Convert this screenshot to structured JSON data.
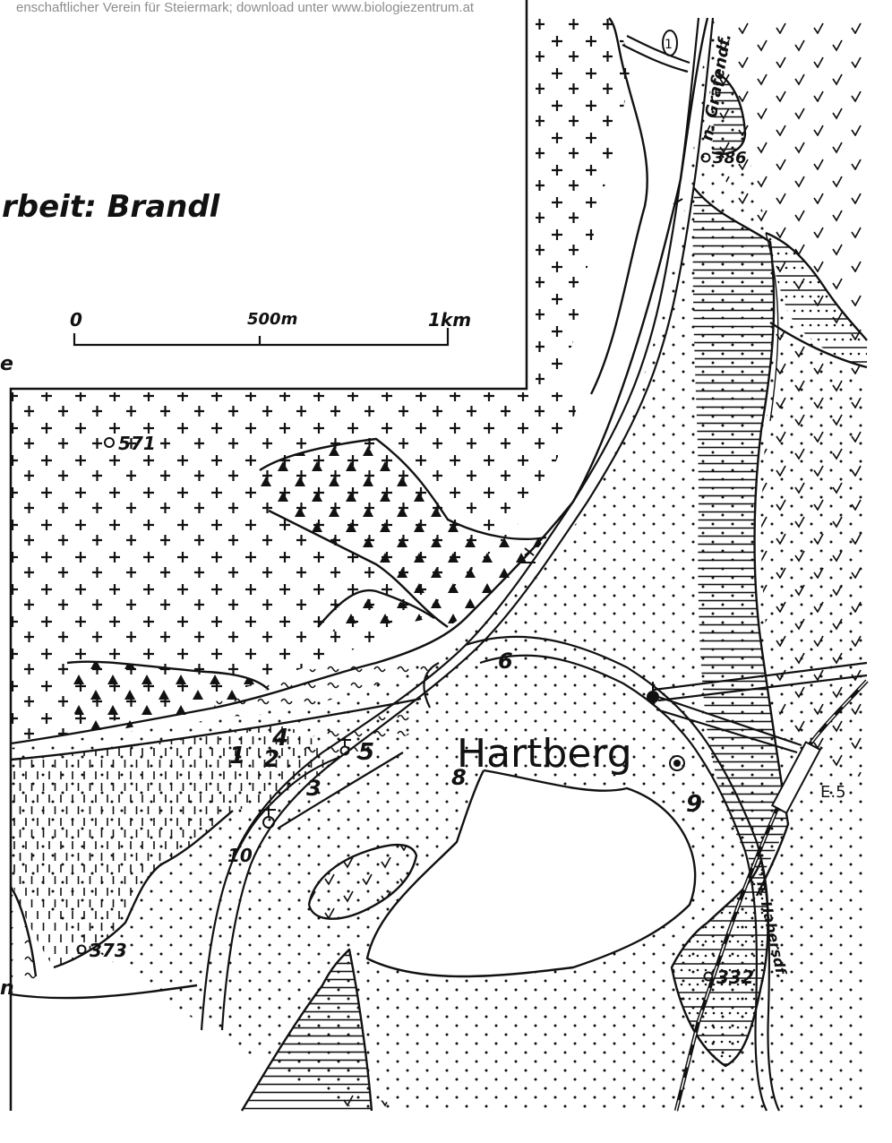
{
  "watermark": "enschaftlicher Verein für Steiermark; download unter www.biologiezentrum.at",
  "author_credit": "rbeit: Brandl",
  "margin_fragments": {
    "left_e": "e",
    "left_n": "n"
  },
  "scale_bar": {
    "start": "0",
    "mid": "500m",
    "end": "1km"
  },
  "town": "Hartberg",
  "roads": {
    "north": "n. Grafendf.",
    "south": "n. Habersdf.",
    "route": "E.5",
    "route_number": "1"
  },
  "elevations": [
    "571",
    "386",
    "373",
    "332"
  ],
  "site_numbers": [
    "1",
    "2",
    "3",
    "4",
    "5",
    "6",
    "8",
    "9",
    "10"
  ],
  "colors": {
    "ink": "#111111",
    "paper": "#ffffff",
    "watermark": "#8d8d8d"
  }
}
